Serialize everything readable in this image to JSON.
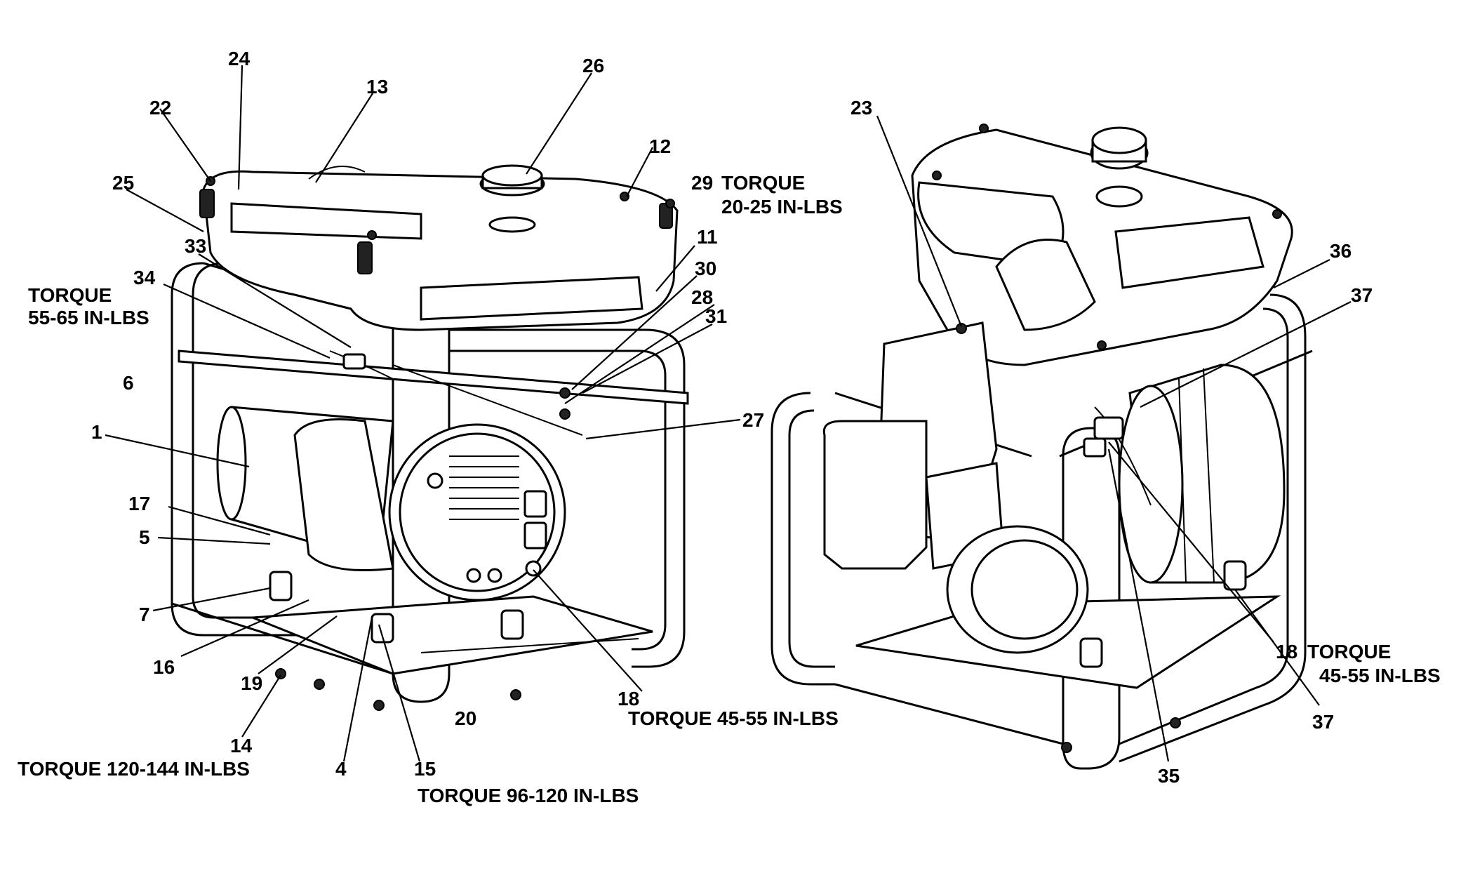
{
  "callouts": [
    {
      "id": "1",
      "text": "1"
    },
    {
      "id": "4",
      "text": "4"
    },
    {
      "id": "5",
      "text": "5"
    },
    {
      "id": "6",
      "text": "6"
    },
    {
      "id": "7",
      "text": "7"
    },
    {
      "id": "11",
      "text": "11"
    },
    {
      "id": "12",
      "text": "12"
    },
    {
      "id": "13",
      "text": "13"
    },
    {
      "id": "14",
      "text": "14"
    },
    {
      "id": "15",
      "text": "15"
    },
    {
      "id": "16",
      "text": "16"
    },
    {
      "id": "17",
      "text": "17"
    },
    {
      "id": "18a",
      "text": "18"
    },
    {
      "id": "18b",
      "text": "18"
    },
    {
      "id": "19",
      "text": "19"
    },
    {
      "id": "20",
      "text": "20"
    },
    {
      "id": "22",
      "text": "22"
    },
    {
      "id": "23",
      "text": "23"
    },
    {
      "id": "24",
      "text": "24"
    },
    {
      "id": "25",
      "text": "25"
    },
    {
      "id": "26",
      "text": "26"
    },
    {
      "id": "27",
      "text": "27"
    },
    {
      "id": "28",
      "text": "28"
    },
    {
      "id": "29",
      "text": "29"
    },
    {
      "id": "30",
      "text": "30"
    },
    {
      "id": "31",
      "text": "31"
    },
    {
      "id": "33",
      "text": "33"
    },
    {
      "id": "34",
      "text": "34"
    },
    {
      "id": "35",
      "text": "35"
    },
    {
      "id": "36",
      "text": "36"
    },
    {
      "id": "37a",
      "text": "37"
    },
    {
      "id": "37b",
      "text": "37"
    }
  ],
  "torque_notes": {
    "t29_line1": "TORQUE",
    "t29_line2": "20-25 IN-LBS",
    "t34_line1": "TORQUE",
    "t34_line2": "55-65 IN-LBS",
    "t18a": "TORQUE 45-55 IN-LBS",
    "t14": "TORQUE 120-144 IN-LBS",
    "t15": "TORQUE 96-120 IN-LBS",
    "t18b_line1": "TORQUE",
    "t18b_line2": "45-55 IN-LBS"
  }
}
